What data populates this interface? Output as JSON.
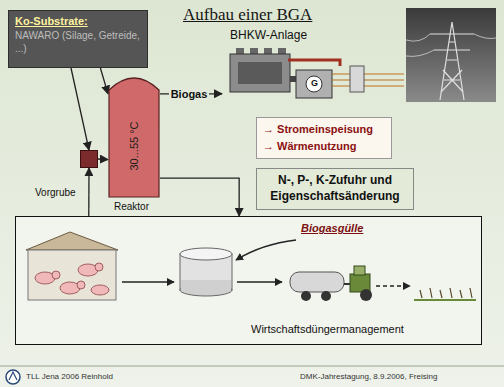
{
  "diagram": {
    "title": "Aufbau einer BGA",
    "nodes": [
      {
        "text": [
          "Ko-Substrate:",
          "NAWARO (Silage, Getreide, ...)"
        ]
      },
      {
        "text": [
          "BHKW-Anlage"
        ]
      },
      {
        "text": [
          "30...55 °C",
          "Reaktor"
        ]
      },
      {
        "text": [
          "Vorgrube"
        ]
      },
      {
        "text": [
          "→ Stromeinspeisung",
          "→ Wärmenutzung"
        ]
      },
      {
        "text": [
          "N-, P-, K-Zufuhr und Eigenschaftsänderung"
        ]
      },
      {
        "text": [
          "Biogasgülle",
          "Wirtschaftsdüngermanagement"
        ]
      }
    ],
    "edges": [
      {
        "from": 0,
        "to": 3,
        "arrow": "to"
      },
      {
        "from": 0,
        "to": 2,
        "arrow": "to"
      },
      {
        "from": 3,
        "to": 2,
        "arrow": "to"
      },
      {
        "from": 2,
        "to": 1,
        "label": "Biogas",
        "arrow": "to"
      },
      {
        "from": 2,
        "to": 6,
        "arrow": "to"
      },
      {
        "from": 6,
        "to": 3,
        "arrow": "to"
      }
    ],
    "labels": [
      "G",
      "TLL Jena 2006 Reinhold",
      "DMK-Jahrestagung, 8.9.2006, Freising"
    ]
  }
}
